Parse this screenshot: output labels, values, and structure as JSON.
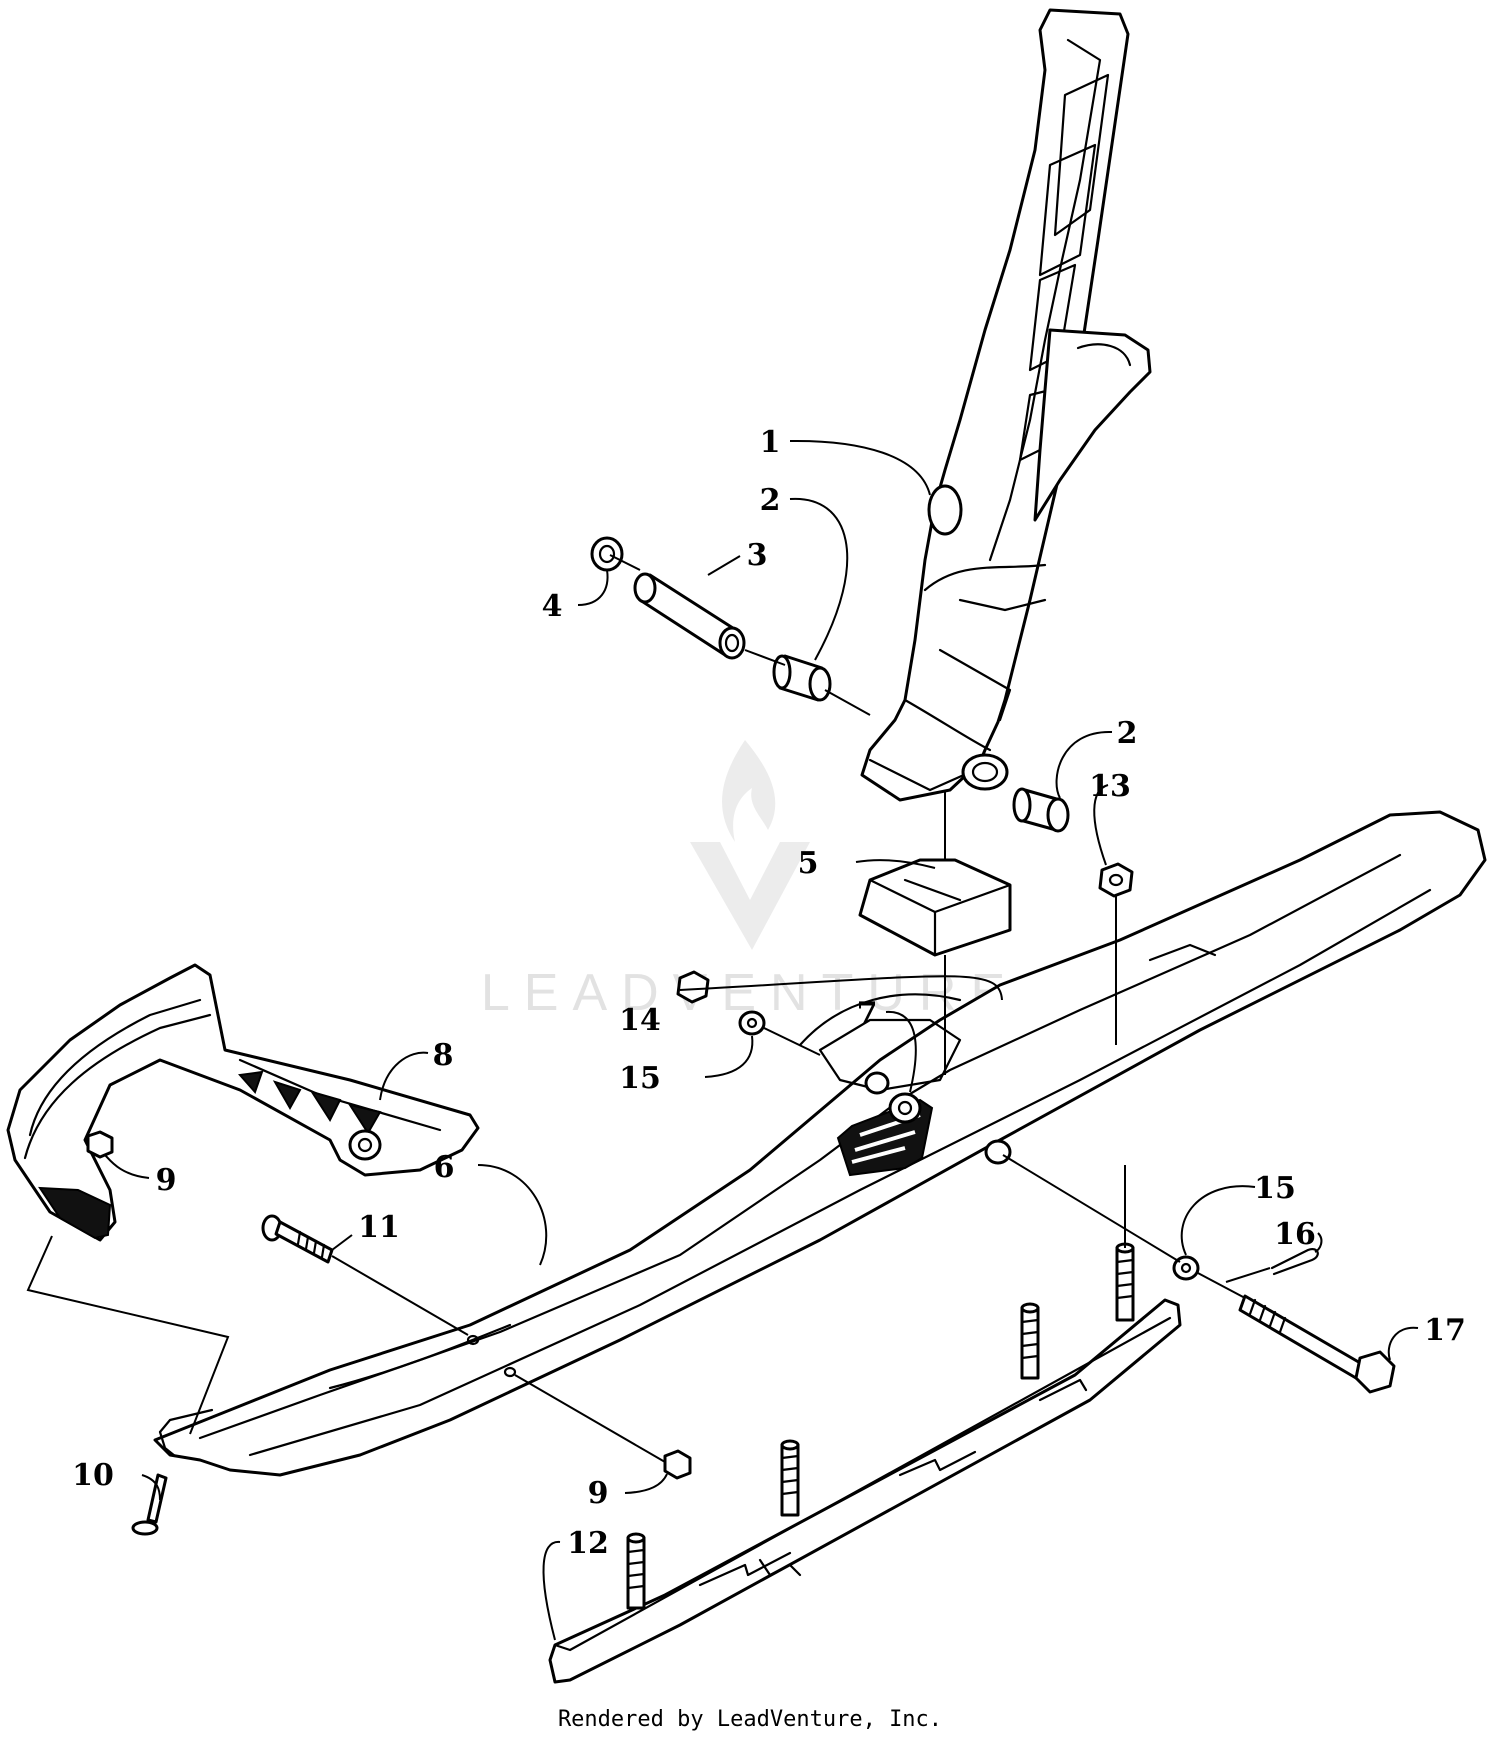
{
  "diagram": {
    "callouts": [
      {
        "id": "c1",
        "label": "1"
      },
      {
        "id": "c2a",
        "label": "2"
      },
      {
        "id": "c3",
        "label": "3"
      },
      {
        "id": "c4",
        "label": "4"
      },
      {
        "id": "c2b",
        "label": "2"
      },
      {
        "id": "c13",
        "label": "13"
      },
      {
        "id": "c5",
        "label": "5"
      },
      {
        "id": "c14",
        "label": "14"
      },
      {
        "id": "c7",
        "label": "7"
      },
      {
        "id": "c8",
        "label": "8"
      },
      {
        "id": "c15a",
        "label": "15"
      },
      {
        "id": "c9a",
        "label": "9"
      },
      {
        "id": "c6",
        "label": "6"
      },
      {
        "id": "c15b",
        "label": "15"
      },
      {
        "id": "c11",
        "label": "11"
      },
      {
        "id": "c16",
        "label": "16"
      },
      {
        "id": "c17",
        "label": "17"
      },
      {
        "id": "c10",
        "label": "10"
      },
      {
        "id": "c9b",
        "label": "9"
      },
      {
        "id": "c12",
        "label": "12"
      }
    ]
  },
  "watermark": {
    "text": "LEADVENTURE"
  },
  "footer": {
    "credit": "Rendered by LeadVenture, Inc."
  }
}
